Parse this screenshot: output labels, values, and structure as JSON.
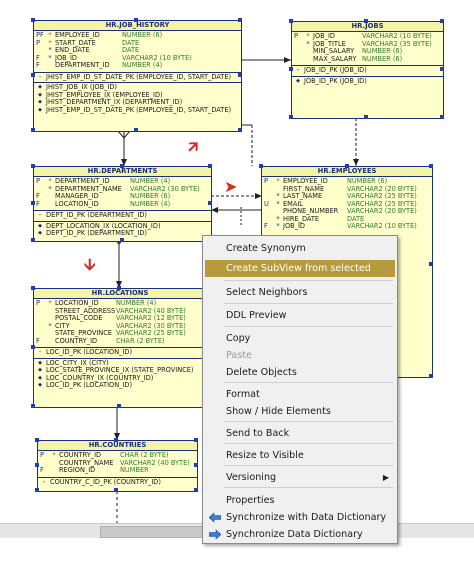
{
  "tables": {
    "job_history": {
      "title": "HR.JOB_HISTORY",
      "columns": [
        {
          "flag": "PF",
          "mark": "*",
          "name": "EMPLOYEE_ID",
          "type": "NUMBER (6)"
        },
        {
          "flag": "P",
          "mark": "*",
          "name": "START_DATE",
          "type": "DATE"
        },
        {
          "flag": "",
          "mark": "*",
          "name": "END_DATE",
          "type": "DATE"
        },
        {
          "flag": "F",
          "mark": "*",
          "name": "JOB_ID",
          "type": "VARCHAR2 (10 BYTE)"
        },
        {
          "flag": "F",
          "mark": "",
          "name": "DEPARTMENT_ID",
          "type": "NUMBER (4)"
        }
      ],
      "keys": [
        "JHIST_EMP_ID_ST_DATE_PK (EMPLOYEE_ID, START_DATE)"
      ],
      "indexes": [
        "JHIST_JOB_IX (JOB_ID)",
        "JHIST_EMPLOYEE_IX (EMPLOYEE_ID)",
        "JHIST_DEPARTMENT_IX (DEPARTMENT_ID)",
        "JHIST_EMP_ID_ST_DATE_PK (EMPLOYEE_ID, START_DATE)"
      ]
    },
    "jobs": {
      "title": "HR.JOBS",
      "columns": [
        {
          "flag": "P",
          "mark": "*",
          "name": "JOB_ID",
          "type": "VARCHAR2 (10 BYTE)"
        },
        {
          "flag": "",
          "mark": "*",
          "name": "JOB_TITLE",
          "type": "VARCHAR2 (35 BYTE)"
        },
        {
          "flag": "",
          "mark": "",
          "name": "MIN_SALARY",
          "type": "NUMBER (6)"
        },
        {
          "flag": "",
          "mark": "",
          "name": "MAX_SALARY",
          "type": "NUMBER (6)"
        }
      ],
      "keys": [
        "JOB_ID_PK (JOB_ID)"
      ],
      "indexes": [
        "JOB_ID_PK (JOB_ID)"
      ]
    },
    "departments": {
      "title": "HR.DEPARTMENTS",
      "columns": [
        {
          "flag": "P",
          "mark": "*",
          "name": "DEPARTMENT_ID",
          "type": "NUMBER (4)"
        },
        {
          "flag": "",
          "mark": "*",
          "name": "DEPARTMENT_NAME",
          "type": "VARCHAR2 (30 BYTE)"
        },
        {
          "flag": "F",
          "mark": "",
          "name": "MANAGER_ID",
          "type": "NUMBER (6)"
        },
        {
          "flag": "F",
          "mark": "",
          "name": "LOCATION_ID",
          "type": "NUMBER (4)"
        }
      ],
      "keys": [
        "DEPT_ID_PK (DEPARTMENT_ID)"
      ],
      "indexes": [
        "DEPT_LOCATION_IX (LOCATION_ID)",
        "DEPT_ID_PK (DEPARTMENT_ID)"
      ]
    },
    "employees": {
      "title": "HR.EMPLOYEES",
      "columns": [
        {
          "flag": "P",
          "mark": "*",
          "name": "EMPLOYEE_ID",
          "type": "NUMBER (6)"
        },
        {
          "flag": "",
          "mark": "",
          "name": "FIRST_NAME",
          "type": "VARCHAR2 (20 BYTE)"
        },
        {
          "flag": "",
          "mark": "*",
          "name": "LAST_NAME",
          "type": "VARCHAR2 (25 BYTE)"
        },
        {
          "flag": "U",
          "mark": "*",
          "name": "EMAIL",
          "type": "VARCHAR2 (25 BYTE)"
        },
        {
          "flag": "",
          "mark": "",
          "name": "PHONE_NUMBER",
          "type": "VARCHAR2 (20 BYTE)"
        },
        {
          "flag": "",
          "mark": "*",
          "name": "HIRE_DATE",
          "type": "DATE"
        },
        {
          "flag": "F",
          "mark": "*",
          "name": "JOB_ID",
          "type": "VARCHAR2 (10 BYTE)"
        }
      ]
    },
    "locations": {
      "title": "HR.LOCATIONS",
      "columns": [
        {
          "flag": "P",
          "mark": "*",
          "name": "LOCATION_ID",
          "type": "NUMBER (4)"
        },
        {
          "flag": "",
          "mark": "",
          "name": "STREET_ADDRESS",
          "type": "VARCHAR2 (40 BYTE)"
        },
        {
          "flag": "",
          "mark": "",
          "name": "POSTAL_CODE",
          "type": "VARCHAR2 (12 BYTE)"
        },
        {
          "flag": "",
          "mark": "*",
          "name": "CITY",
          "type": "VARCHAR2 (30 BYTE)"
        },
        {
          "flag": "",
          "mark": "",
          "name": "STATE_PROVINCE",
          "type": "VARCHAR2 (25 BYTE)"
        },
        {
          "flag": "F",
          "mark": "",
          "name": "COUNTRY_ID",
          "type": "CHAR (2 BYTE)"
        }
      ],
      "keys": [
        "LOC_ID_PK (LOCATION_ID)"
      ],
      "indexes": [
        "LOC_CITY_IX (CITY)",
        "LOC_STATE_PROVINCE_IX (STATE_PROVINCE)",
        "LOC_COUNTRY_IX (COUNTRY_ID)",
        "LOC_ID_PK (LOCATION_ID)"
      ]
    },
    "countries": {
      "title": "HR.COUNTRIES",
      "columns": [
        {
          "flag": "P",
          "mark": "*",
          "name": "COUNTRY_ID",
          "type": "CHAR (2 BYTE)"
        },
        {
          "flag": "",
          "mark": "",
          "name": "COUNTRY_NAME",
          "type": "VARCHAR2 (40 BYTE)"
        },
        {
          "flag": "F",
          "mark": "",
          "name": "REGION_ID",
          "type": "NUMBER"
        }
      ],
      "keys": [
        "COUNTRY_C_ID_PK (COUNTRY_ID)"
      ]
    }
  },
  "context_menu": {
    "items": [
      {
        "label": "Create Synonym",
        "state": "normal"
      },
      {
        "label": "Create SubView from selected",
        "state": "selected"
      },
      {
        "label": "Select Neighbors",
        "state": "normal"
      },
      {
        "label": "DDL Preview",
        "state": "normal"
      },
      {
        "label": "Copy",
        "state": "normal"
      },
      {
        "label": "Paste",
        "state": "disabled"
      },
      {
        "label": "Delete Objects",
        "state": "normal"
      },
      {
        "label": "Format",
        "state": "normal"
      },
      {
        "label": "Show / Hide Elements",
        "state": "normal"
      },
      {
        "label": "Send to Back",
        "state": "normal"
      },
      {
        "label": "Resize to Visible",
        "state": "normal"
      },
      {
        "label": "Versioning",
        "state": "submenu"
      },
      {
        "label": "Properties",
        "state": "normal"
      },
      {
        "label": "Synchronize with Data Dictionary",
        "state": "icon"
      },
      {
        "label": "Synchronize Data Dictionary",
        "state": "icon"
      }
    ]
  },
  "colors": {
    "table_fill": "#ffffcc",
    "table_border": "#1c2f7a",
    "type_text": "#2e7d32",
    "menu_highlight": "#b69a3c",
    "arrow": "#d42a20"
  }
}
